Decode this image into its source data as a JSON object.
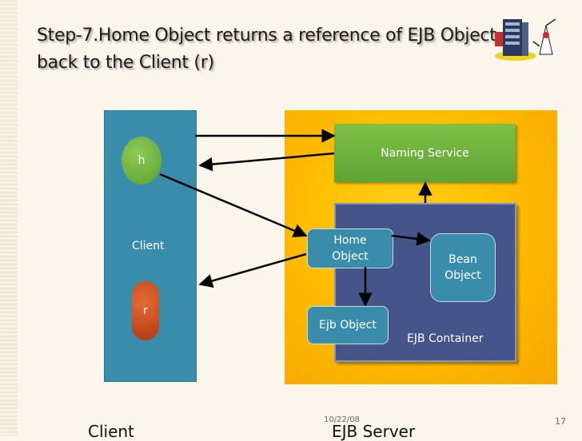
{
  "title": "Step-7.Home Object returns a reference of EJB Object back to the Client (r)",
  "diagram": {
    "naming_service": "Naming Service",
    "client": "Client",
    "h": "h",
    "r": "r",
    "home_object": "Home Object",
    "bean_object": "Bean Object",
    "ejb_object": "Ejb Object",
    "ejb_container": "EJB Container"
  },
  "footer": {
    "left_caption": "Client",
    "right_caption": "EJB Server",
    "date": "10/22/08",
    "page": "17"
  },
  "colors": {
    "server_panel": "#ffbe00",
    "client_panel": "#3a8daa",
    "naming_service": "#6aaf3c",
    "container": "#45558a",
    "h_circle": "#6bb33f",
    "r_circle": "#c8481c"
  },
  "icons": [
    "server-tower-icon",
    "mascot-icon"
  ]
}
